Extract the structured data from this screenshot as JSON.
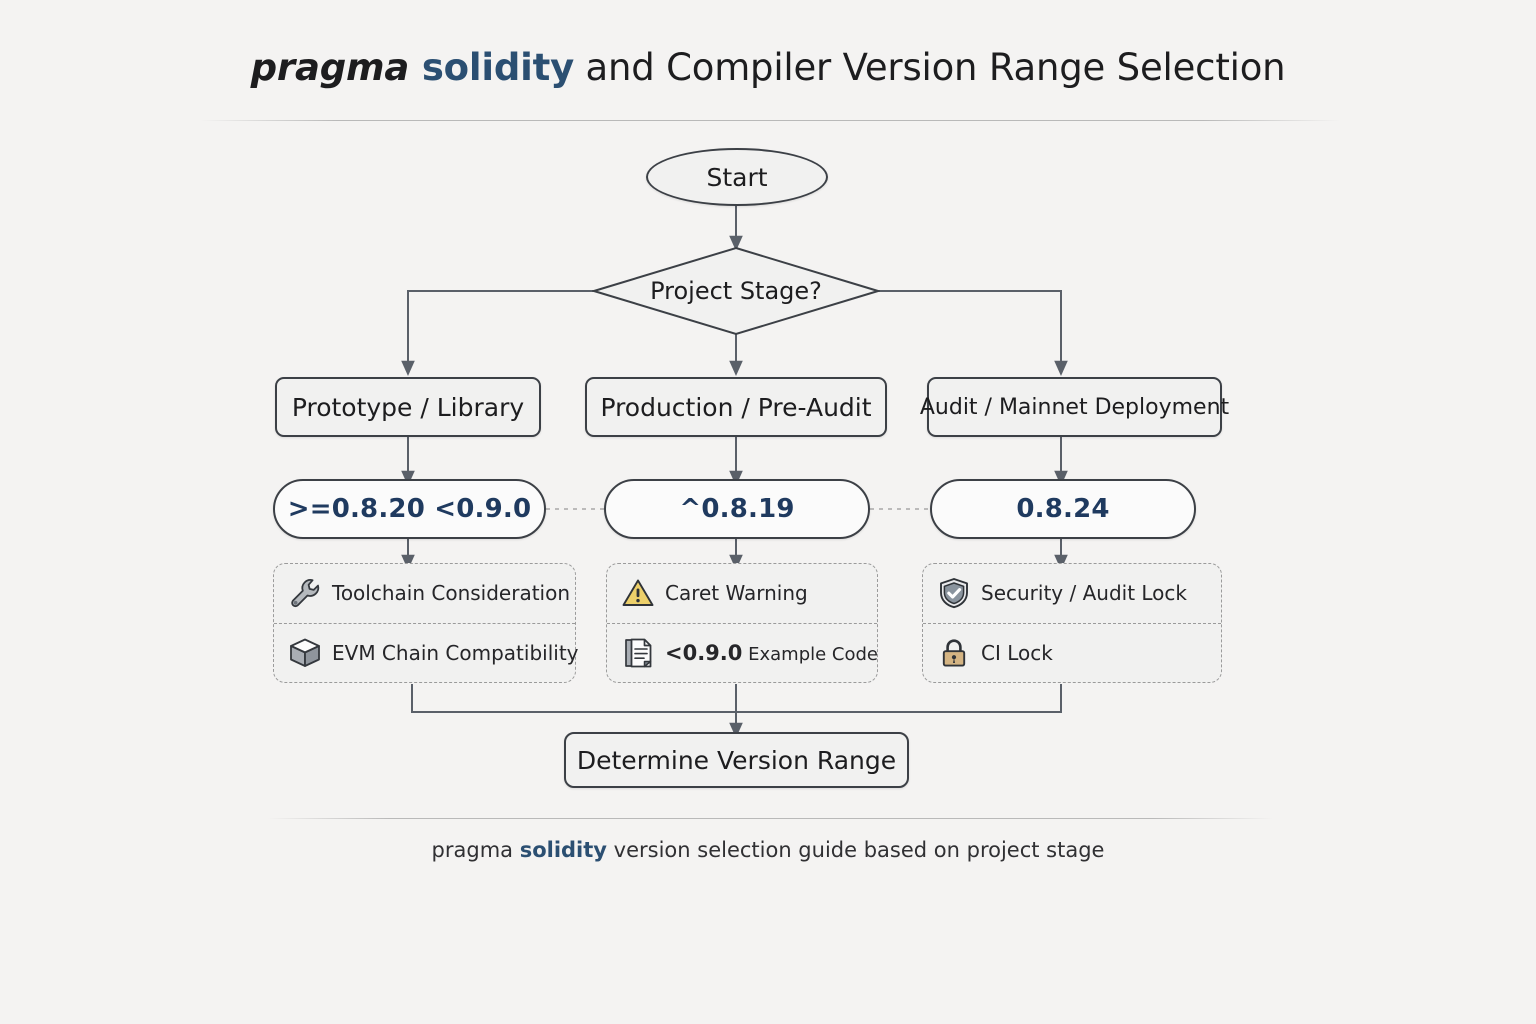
{
  "title": {
    "part_italic": "pragma ",
    "part_accent": "solidity",
    "part_rest": " and Compiler Version Range Selection"
  },
  "caption": {
    "prefix": "pragma ",
    "accent": "solidity",
    "suffix": " version selection guide based on project stage"
  },
  "colors": {
    "background": "#f4f3f2",
    "node_fill": "#f1f1f0",
    "node_stroke": "#3c4046",
    "accent_navy": "#2b4f72",
    "pill_text": "#1f3a5f",
    "edge": "#5a6069",
    "dashed": "#9b9b9b",
    "warning_yellow": "#edd06a",
    "lock_tan": "#d4b483",
    "shield_gray": "#8a949e"
  },
  "flow": {
    "start": {
      "label": "Start"
    },
    "decision": {
      "label": "Project Stage?"
    },
    "stages": [
      {
        "id": "prototype",
        "label": "Prototype / Library"
      },
      {
        "id": "production",
        "label": "Production / Pre-Audit"
      },
      {
        "id": "audit",
        "label": "Audit / Mainnet Deployment"
      }
    ],
    "versions": [
      {
        "id": "version-prototype",
        "label": ">=0.8.20 <0.9.0"
      },
      {
        "id": "version-production",
        "label": "^0.8.19"
      },
      {
        "id": "version-audit",
        "label": "0.8.24"
      }
    ],
    "notes": [
      {
        "id": "notes-prototype",
        "rows": [
          {
            "icon": "wrench-icon",
            "label": "Toolchain Consideration"
          },
          {
            "icon": "package-box-icon",
            "label": "EVM Chain Compatibility"
          }
        ]
      },
      {
        "id": "notes-production",
        "rows": [
          {
            "icon": "warning-triangle-icon",
            "label": "Caret Warning"
          },
          {
            "icon": "document-icon",
            "label_strong": "<0.9.0",
            "label_sub": " Example Code"
          }
        ]
      },
      {
        "id": "notes-audit",
        "rows": [
          {
            "icon": "shield-check-icon",
            "label": "Security / Audit Lock"
          },
          {
            "icon": "padlock-icon",
            "label": "CI Lock"
          }
        ]
      }
    ],
    "terminal": {
      "label": "Determine Version Range"
    }
  }
}
